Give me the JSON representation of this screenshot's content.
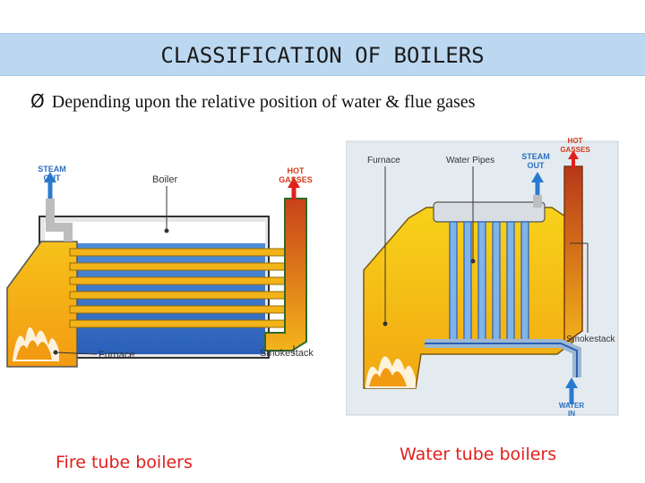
{
  "slide": {
    "title": "CLASSIFICATION OF BOILERS",
    "bullet_symbol": "Ø",
    "bullet_text": "Depending upon the relative position of water & flue gases",
    "accent_color": "#bcd8f1",
    "caption_color": "#e0201d"
  },
  "fire_tube": {
    "caption": "Fire tube boilers",
    "labels": {
      "steam_out_1": "STEAM",
      "steam_out_2": "OUT",
      "boiler": "Boiler",
      "hot_gasses_1": "HOT",
      "hot_gasses_2": "GASSES",
      "furnace": "Furnace",
      "smokestack": "Smokestack"
    }
  },
  "water_tube": {
    "caption": "Water tube boilers",
    "labels": {
      "furnace": "Furnace",
      "water_pipes": "Water Pipes",
      "steam_out_1": "STEAM",
      "steam_out_2": "OUT",
      "hot_gasses_1": "HOT",
      "hot_gasses_2": "GASSES",
      "smokestack": "Smokestack",
      "water_in_1": "WATER",
      "water_in_2": "IN"
    }
  }
}
